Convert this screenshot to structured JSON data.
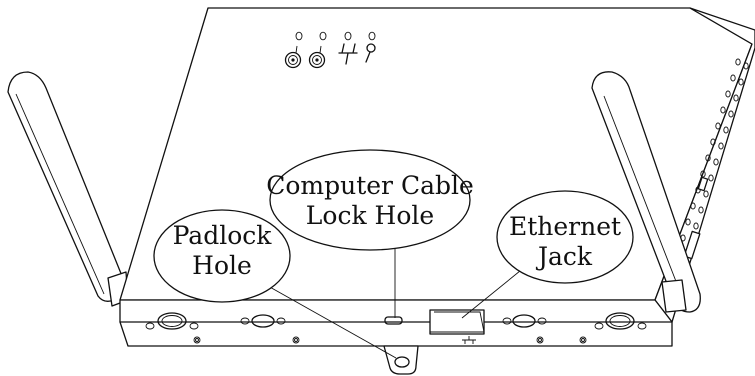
{
  "callouts": {
    "padlock": {
      "line1": "Padlock",
      "line2": "Hole"
    },
    "cable_lock": {
      "line1": "Computer Cable",
      "line2": "Lock Hole"
    },
    "ethernet": {
      "line1": "Ethernet",
      "line2": "Jack"
    }
  },
  "colors": {
    "ink": "#111111",
    "paper": "#ffffff"
  }
}
